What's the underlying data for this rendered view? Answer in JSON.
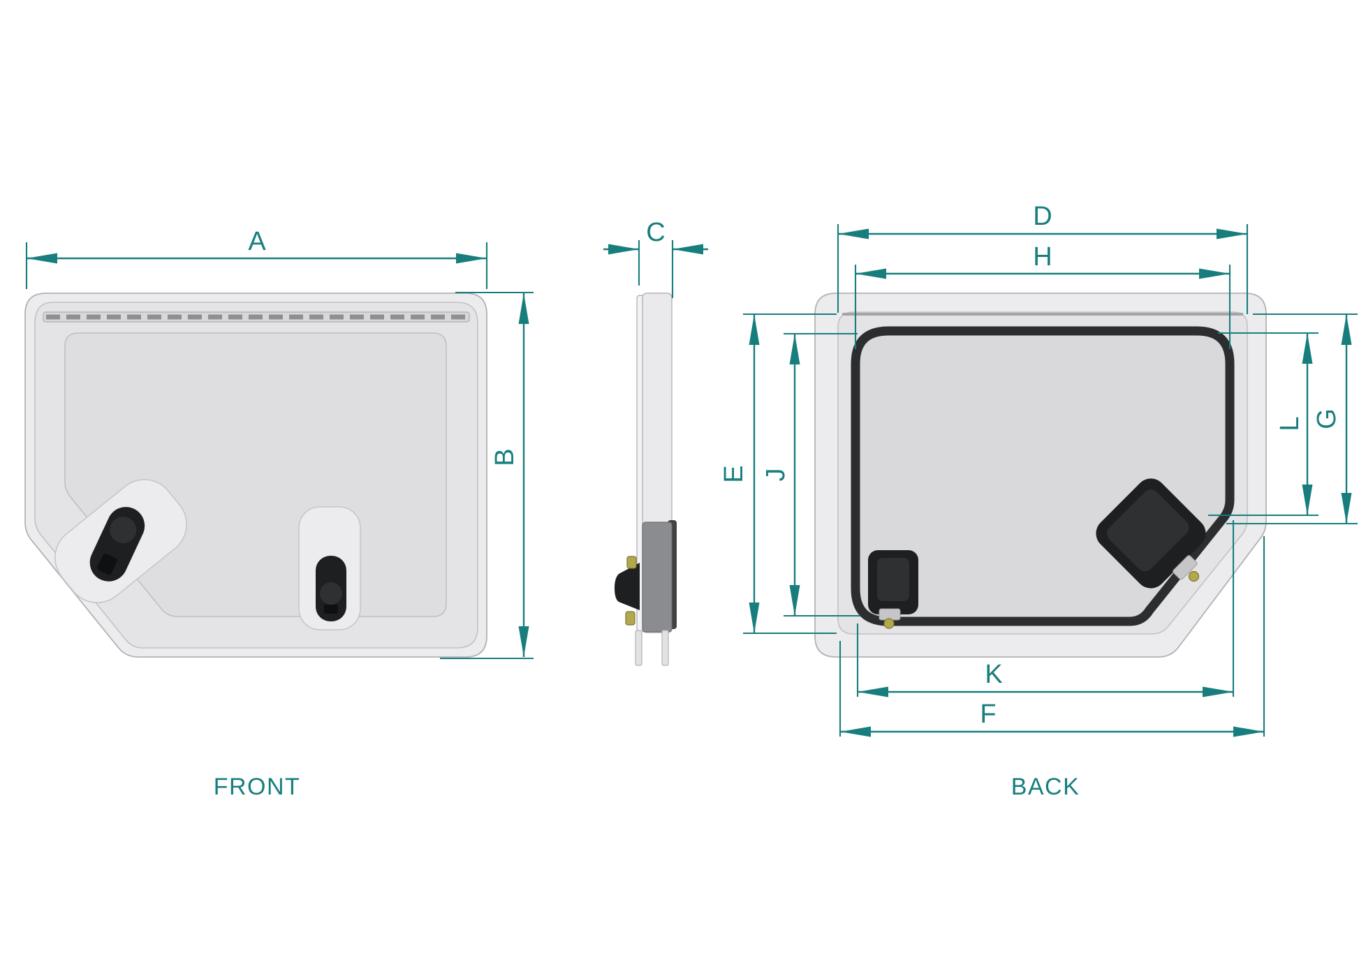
{
  "drawing": {
    "views": {
      "front": {
        "label": "FRONT"
      },
      "back": {
        "label": "BACK"
      }
    },
    "dimensions": {
      "a": "A",
      "b": "B",
      "c": "C",
      "d": "D",
      "e": "E",
      "f": "F",
      "g": "G",
      "h": "H",
      "j": "J",
      "k": "K",
      "l": "L"
    },
    "colors": {
      "dimension": "#177e7d",
      "background": "#ffffff",
      "hatch-frame": "#ececee",
      "hatch-face": "#e4e4e6",
      "hatch-recess": "#dedee0",
      "outline": "#b2b2b6",
      "gasket": "#2b2d2f",
      "latch": "#1d1f21",
      "screw": "#b3a84b"
    }
  }
}
